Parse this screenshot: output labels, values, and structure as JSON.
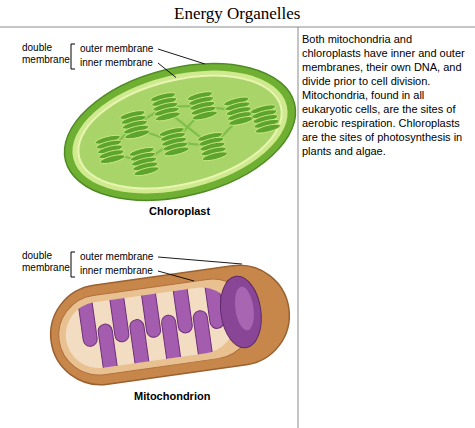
{
  "diagram": {
    "title": "Energy Organelles",
    "labels": [
      "double membrane",
      "outer membrane",
      "inner membrane",
      "Chloroplast",
      "double membrane",
      "outer membrane",
      "inner membrane",
      "Mitochondrion",
      "Both mitochondria and chloroplasts have inner and outer membranes, their own DNA, and divide prior to cell division. Mitochondria, found in all eukaryotic cells, are the sites of aerobic respiration. Chloroplasts are the sites of photosynthesis in plants and algae."
    ]
  }
}
